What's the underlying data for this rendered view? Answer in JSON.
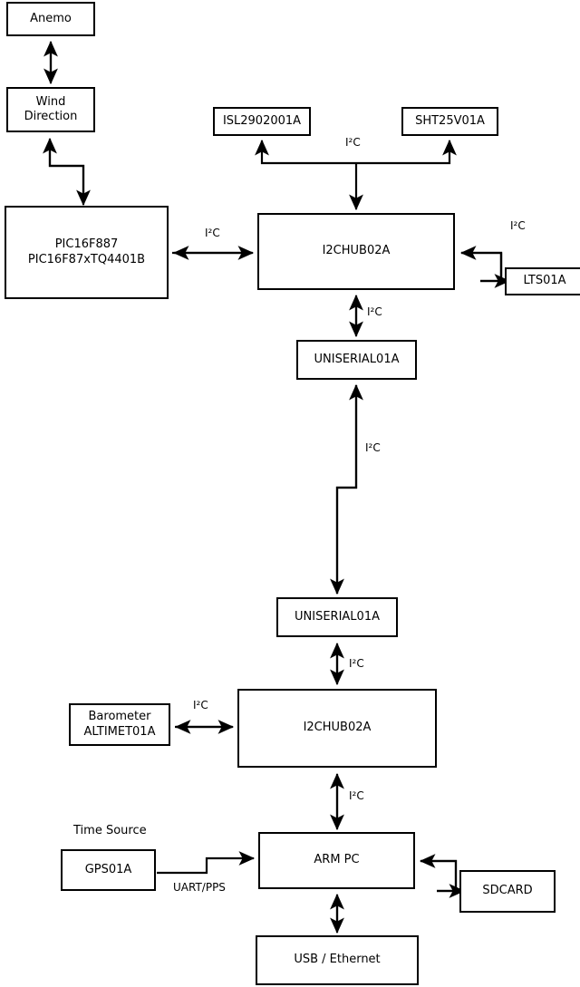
{
  "diagram": {
    "type": "block-diagram",
    "background_color": "#ffffff",
    "line_color": "#000000",
    "nodes": [
      {
        "id": "anemo",
        "label": "Anemo"
      },
      {
        "id": "wind",
        "label": "Wind\nDirection"
      },
      {
        "id": "pic",
        "label": "PIC16F887\nPIC16F87xTQ4401B"
      },
      {
        "id": "isl",
        "label": "ISL2902001A"
      },
      {
        "id": "sht",
        "label": "SHT25V01A"
      },
      {
        "id": "hub_top",
        "label": "I2CHUB02A"
      },
      {
        "id": "lts",
        "label": "LTS01A"
      },
      {
        "id": "uniserial_up",
        "label": "UNISERIAL01A"
      },
      {
        "id": "uniserial_dn",
        "label": "UNISERIAL01A"
      },
      {
        "id": "hub_bottom",
        "label": "I2CHUB02A"
      },
      {
        "id": "barometer",
        "label": "Barometer\nALTIMET01A"
      },
      {
        "id": "gps",
        "label": "GPS01A"
      },
      {
        "id": "armpc",
        "label": "ARM PC"
      },
      {
        "id": "sdcard",
        "label": "SDCARD"
      },
      {
        "id": "usbeth",
        "label": "USB / Ethernet"
      }
    ],
    "edge_labels": [
      {
        "id": "i2c_top_bus",
        "text": "I²C"
      },
      {
        "id": "i2c_pic_hub",
        "text": "I²C"
      },
      {
        "id": "i2c_hub_lts",
        "text": "I²C"
      },
      {
        "id": "i2c_hub_uni",
        "text": "I²C"
      },
      {
        "id": "i2c_uni_uni",
        "text": "I²C"
      },
      {
        "id": "i2c_uni_hub2",
        "text": "I²C"
      },
      {
        "id": "i2c_baro_hub2",
        "text": "I²C"
      },
      {
        "id": "i2c_hub2_arm",
        "text": "I²C"
      },
      {
        "id": "uart_pps",
        "text": "UART/PPS"
      }
    ],
    "free_labels": [
      {
        "id": "time_source",
        "text": "Time Source"
      }
    ]
  }
}
